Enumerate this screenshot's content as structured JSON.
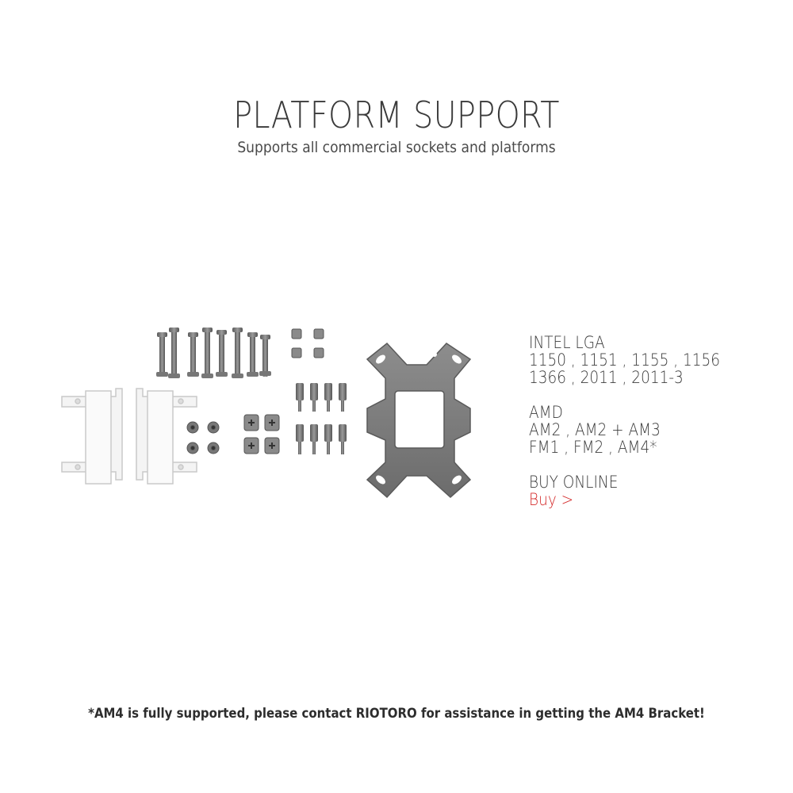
{
  "header": {
    "title": "PLATFORM SUPPORT",
    "subtitle": "Supports all commercial sockets and platforms"
  },
  "intel": {
    "heading": "INTEL LGA",
    "line1": "1150 , 1151 , 1155 , 1156",
    "line2": "1366 , 2011 , 2011-3"
  },
  "amd": {
    "heading": "AMD",
    "line1": "AM2 , AM2 + AM3",
    "line2": "FM1 , FM2 , AM4*"
  },
  "buy": {
    "heading": "BUY ONLINE",
    "link_label": "Buy >",
    "link_color": "#d42a2a"
  },
  "footnote": "*AM4 is fully supported, please contact RIOTORO for assistance in getting the AM4 Bracket!"
}
